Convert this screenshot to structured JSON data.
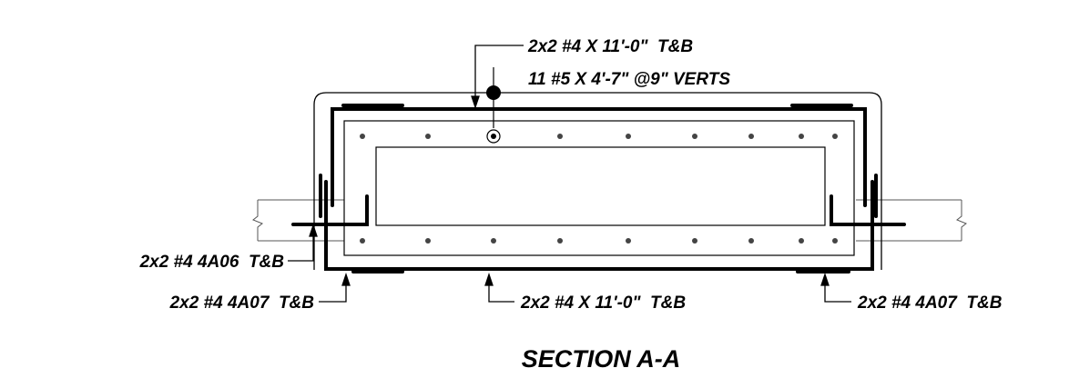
{
  "drawing": {
    "title": "SECTION A-A",
    "callouts": {
      "top_bars": "2x2 #4 X 11'-0\"  T&B",
      "verticals": "11 #5 X 4'-7\" @9\" VERTS",
      "left_upper": "2x2 #4 4A06  T&B",
      "left_lower": "2x2 #4 4A07  T&B",
      "bottom_bars": "2x2 #4 X 11'-0\"  T&B",
      "right_lower": "2x2 #4 4A07  T&B"
    },
    "colors": {
      "ink": "#000000",
      "light_line": "#555555",
      "background": "#ffffff"
    }
  }
}
